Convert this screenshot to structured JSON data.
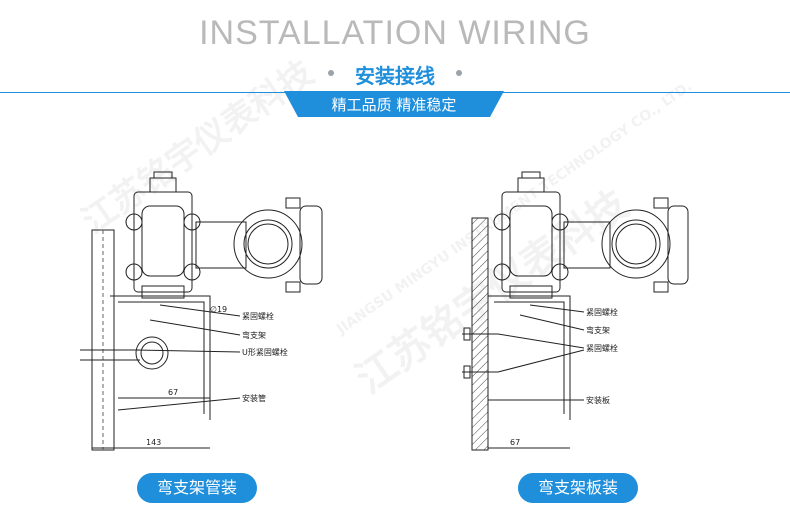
{
  "header": {
    "title_en": "INSTALLATION WIRING",
    "title_cn": "安装接线",
    "banner": "精工品质   精准稳定"
  },
  "watermark": {
    "cn": "江苏铭宇仪表科技",
    "en": "JIANGSU MINGYU INSTRUMENT TECHNOLOGY CO., LTD."
  },
  "left_diagram": {
    "labels": {
      "tight_bolt": "紧固螺栓",
      "bend_bracket": "弯支架",
      "u_bolt": "U形紧固螺栓",
      "pipe": "安装管"
    },
    "dims": {
      "d1": "67",
      "d2": "143",
      "d3": "∅19"
    },
    "caption": "弯支架管装"
  },
  "right_diagram": {
    "labels": {
      "tight_bolt": "紧固螺栓",
      "bend_bracket": "弯支架",
      "tight_bolt2": "紧固螺栓",
      "plate": "安装板"
    },
    "dims": {
      "d1": "67"
    },
    "caption": "弯支架板装"
  }
}
